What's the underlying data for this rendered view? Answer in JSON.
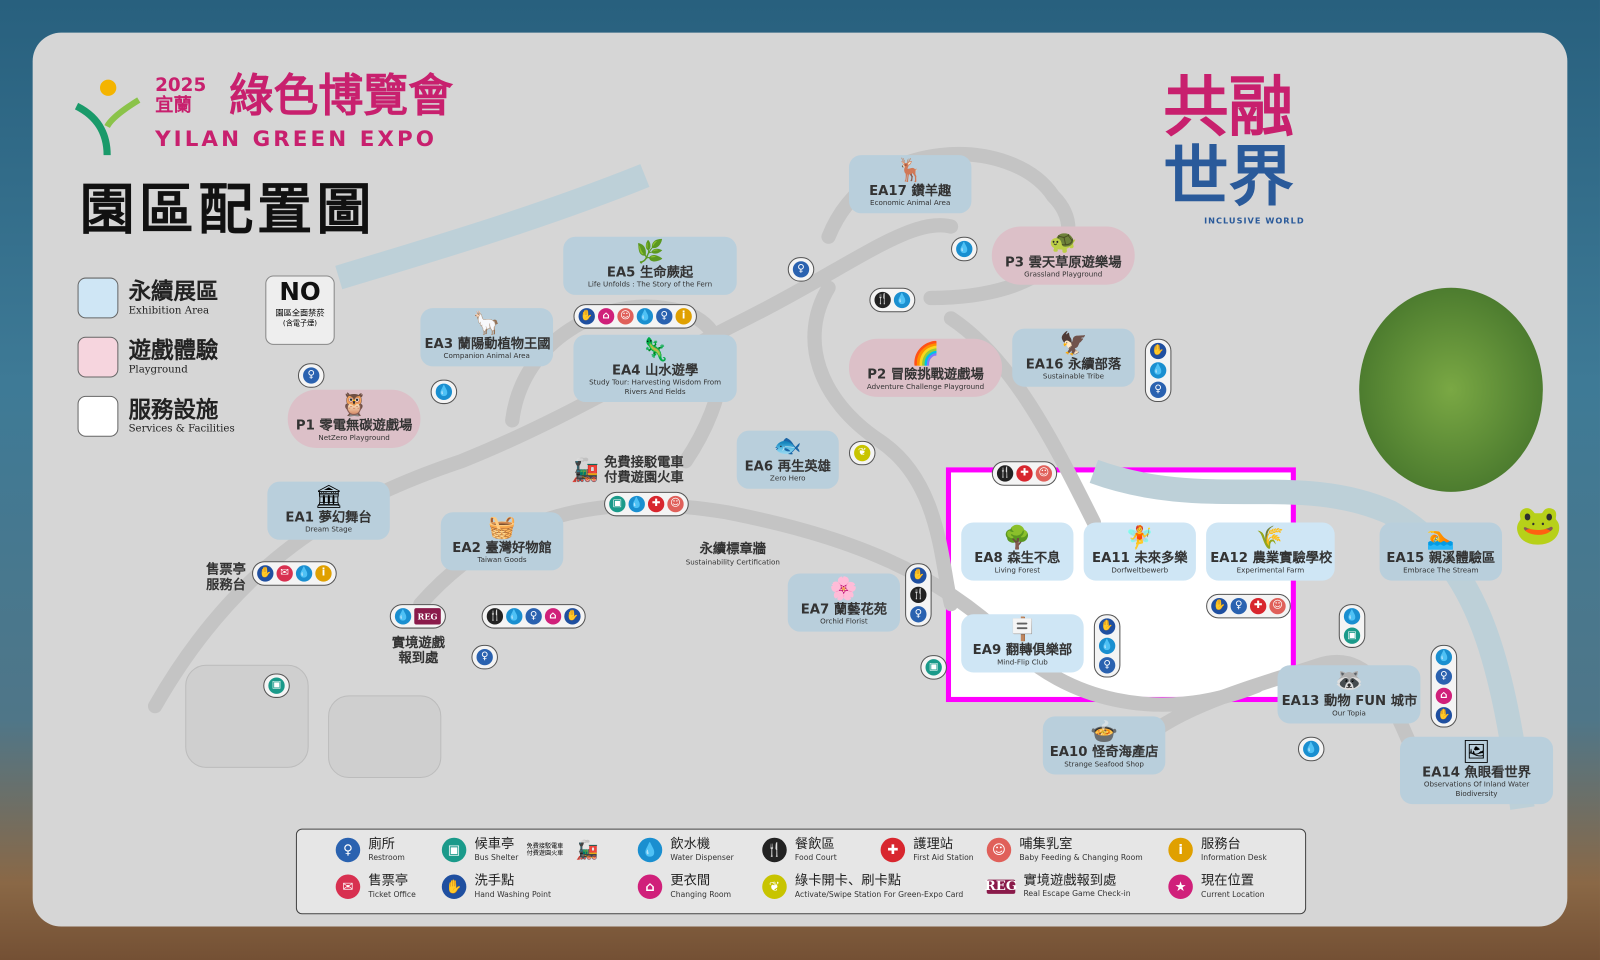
{
  "header": {
    "year": "2025",
    "city": "宜蘭",
    "title_zh": "綠色博覽會",
    "title_en": "YILAN GREEN EXPO",
    "map_title": "園區配置圖"
  },
  "legend": [
    {
      "zh": "永續展區",
      "en": "Exhibition Area",
      "color": "#cfe6f5"
    },
    {
      "zh": "遊戲體驗",
      "en": "Playground",
      "color": "#f6d5de"
    },
    {
      "zh": "服務設施",
      "en": "Services & Facilities",
      "color": "#ffffff"
    }
  ],
  "no_smoking": {
    "mark": "NO",
    "zh": "園區全面禁菸",
    "sub": "(含電子煙)"
  },
  "inclusive": {
    "zh1": "共融",
    "zh2": "世界",
    "en": "INCLUSIVE WORLD"
  },
  "areas": [
    {
      "code": "EA17",
      "zh": "鑽羊趣",
      "en": "Economic Animal Area"
    },
    {
      "code": "P3",
      "zh": "雲天草原遊樂場",
      "en": "Grassland Playground"
    },
    {
      "code": "EA16",
      "zh": "永續部落",
      "en": "Sustainable Tribe"
    },
    {
      "code": "P2",
      "zh": "冒險挑戰遊戲場",
      "en": "Adventure Challenge Playground"
    },
    {
      "code": "EA5",
      "zh": "生命蕨起",
      "en": "Life Unfolds : The Story of the Fern"
    },
    {
      "code": "EA3",
      "zh": "蘭陽動植物王國",
      "en": "Companion Animal Area"
    },
    {
      "code": "P1",
      "zh": "零電無碳遊戲場",
      "en": "NetZero Playground"
    },
    {
      "code": "EA4",
      "zh": "山水遊學",
      "en": "Study Tour: Harvesting Wisdom From Rivers And Fields"
    },
    {
      "code": "EA6",
      "zh": "再生英雄",
      "en": "Zero Hero"
    },
    {
      "code": "EA1",
      "zh": "夢幻舞台",
      "en": "Dream Stage"
    },
    {
      "code": "EA2",
      "zh": "臺灣好物館",
      "en": "Taiwan Goods"
    },
    {
      "code": "EA7",
      "zh": "蘭藝花苑",
      "en": "Orchid Florist"
    },
    {
      "code": "EA8",
      "zh": "森生不息",
      "en": "Living Forest"
    },
    {
      "code": "EA11",
      "zh": "未來多樂",
      "en": "Dorfweltbewerb"
    },
    {
      "code": "EA12",
      "zh": "農業實驗學校",
      "en": "Experimental Farm"
    },
    {
      "code": "EA9",
      "zh": "翻轉俱樂部",
      "en": "Mind-Flip Club"
    },
    {
      "code": "EA13",
      "zh": "動物 FUN 城市",
      "en": "Our Topia"
    },
    {
      "code": "EA10",
      "zh": "怪奇海產店",
      "en": "Strange Seafood Shop"
    },
    {
      "code": "EA15",
      "zh": "親溪體驗區",
      "en": "Embrace The Stream"
    },
    {
      "code": "EA14",
      "zh": "魚眼看世界",
      "en": "Observations Of Inland Water Biodiversity"
    }
  ],
  "labels": {
    "cert_zh": "永續標章牆",
    "cert_en": "Sustainability Certification",
    "ticket1": "售票亭",
    "ticket2": "服務台",
    "reg1": "實境遊戲",
    "reg2": "報到處",
    "train1": "免費接駁電車",
    "train2": "付費遊園火車"
  },
  "bottom_legend": [
    {
      "zh": "廁所",
      "en": "Restroom",
      "icon": "restroom-icon",
      "color": "#2a62b0",
      "glyph": "♀"
    },
    {
      "zh": "售票亭",
      "en": "Ticket Office",
      "icon": "ticket-icon",
      "color": "#d83050",
      "glyph": "✉"
    },
    {
      "zh": "候車亭",
      "en": "Bus Shelter",
      "icon": "bus-icon",
      "color": "#1a9a8a",
      "glyph": "▣",
      "extra": "免費接駁電車 付費遊園火車"
    },
    {
      "zh": "洗手點",
      "en": "Hand Washing Point",
      "icon": "handwash-icon",
      "color": "#1f4fa0",
      "glyph": "✋"
    },
    {
      "zh": "飲水機",
      "en": "Water Dispenser",
      "icon": "water-icon",
      "color": "#1a8fd0",
      "glyph": "💧"
    },
    {
      "zh": "更衣間",
      "en": "Changing Room",
      "icon": "changing-room-icon",
      "color": "#d0207a",
      "glyph": "⌂"
    },
    {
      "zh": "餐飲區",
      "en": "Food Court",
      "icon": "food-icon",
      "color": "#222222",
      "glyph": "🍴"
    },
    {
      "zh": "綠卡開卡、刷卡點",
      "en": "Activate/Swipe Station For Green-Expo Card",
      "icon": "green-card-icon",
      "color": "#c8c400",
      "glyph": "❦"
    },
    {
      "zh": "護理站",
      "en": "First Aid Station",
      "icon": "first-aid-icon",
      "color": "#d8262e",
      "glyph": "✚"
    },
    {
      "zh": "實境遊戲報到處",
      "en": "Real Escape Game Check-in",
      "icon": "reg-icon",
      "color": "#8a1a4a",
      "glyph": "REG"
    },
    {
      "zh": "哺集乳室",
      "en": "Baby Feeding & Changing Room",
      "icon": "baby-icon",
      "color": "#e0605a",
      "glyph": "☺"
    },
    {
      "zh": "服務台",
      "en": "Information Desk",
      "icon": "info-icon",
      "color": "#e0a000",
      "glyph": "i"
    },
    {
      "zh": "現在位置",
      "en": "Current Location",
      "icon": "current-location-icon",
      "color": "#d0207a",
      "glyph": "★"
    }
  ],
  "colors": {
    "highlight": "#ff00ff",
    "exhibit": "#cfe6f5",
    "playground": "#f6d5de",
    "brand_magenta": "#c8206e"
  }
}
